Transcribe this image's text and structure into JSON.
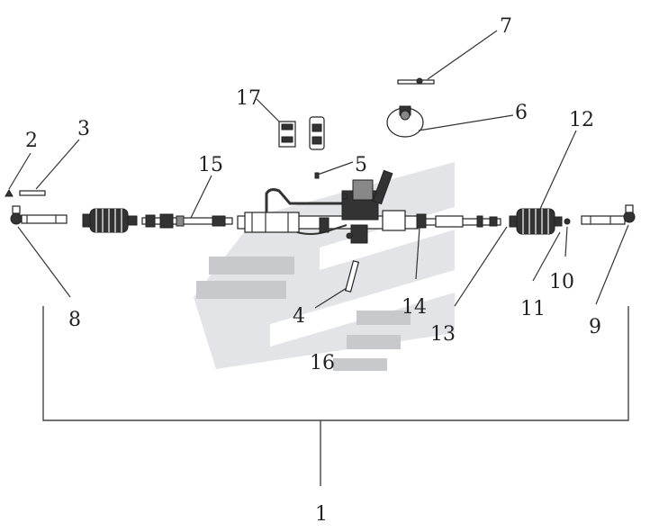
{
  "diagram": {
    "callouts": [
      {
        "id": "1",
        "label": "1"
      },
      {
        "id": "2",
        "label": "2"
      },
      {
        "id": "3",
        "label": "3"
      },
      {
        "id": "4",
        "label": "4"
      },
      {
        "id": "5",
        "label": "5"
      },
      {
        "id": "6",
        "label": "6"
      },
      {
        "id": "7",
        "label": "7"
      },
      {
        "id": "8",
        "label": "8"
      },
      {
        "id": "9",
        "label": "9"
      },
      {
        "id": "10",
        "label": "10"
      },
      {
        "id": "11",
        "label": "11"
      },
      {
        "id": "12",
        "label": "12"
      },
      {
        "id": "13",
        "label": "13"
      },
      {
        "id": "14",
        "label": "14"
      },
      {
        "id": "15",
        "label": "15"
      },
      {
        "id": "16",
        "label": "16"
      },
      {
        "id": "17",
        "label": "17"
      }
    ],
    "colors": {
      "line": "#222222",
      "watermark_light": "#e3e4e7",
      "watermark_dark": "#c7c9cd",
      "background": "#ffffff"
    }
  }
}
